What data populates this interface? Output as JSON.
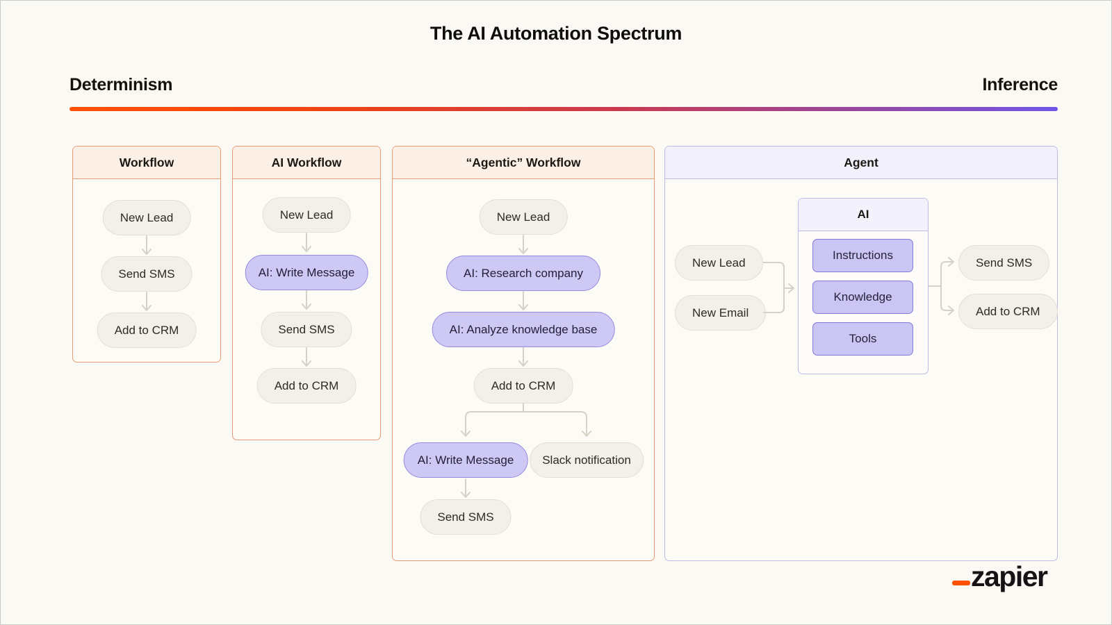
{
  "title": "The AI Automation Spectrum",
  "spectrum": {
    "left_label": "Determinism",
    "right_label": "Inference",
    "gradient_start_color": "#FF4F00",
    "gradient_end_color": "#7056E8"
  },
  "colors": {
    "canvas_background": "#FBF9F3",
    "workflow_panel_border": "#E69C72",
    "workflow_panel_header_bg": "#FBEFE6",
    "agent_panel_border": "#BEBAE8",
    "agent_panel_header_bg": "#F1F0FB",
    "step_node_bg": "#F2F0E9",
    "ai_node_bg": "#CDC8F4",
    "ai_node_border": "#938AE0",
    "connector": "#D5D1C6"
  },
  "panels": [
    {
      "title": "Workflow",
      "nodes": [
        {
          "label": "New Lead",
          "type": "step"
        },
        {
          "label": "Send SMS",
          "type": "step"
        },
        {
          "label": "Add to CRM",
          "type": "step"
        }
      ]
    },
    {
      "title": "AI Workflow",
      "nodes": [
        {
          "label": "New Lead",
          "type": "step"
        },
        {
          "label": "AI: Write Message",
          "type": "ai"
        },
        {
          "label": "Send SMS",
          "type": "step"
        },
        {
          "label": "Add to CRM",
          "type": "step"
        }
      ]
    },
    {
      "title": "“Agentic” Workflow",
      "nodes": [
        {
          "label": "New Lead",
          "type": "step"
        },
        {
          "label": "AI: Research company",
          "type": "ai"
        },
        {
          "label": "AI: Analyze knowledge base",
          "type": "ai"
        },
        {
          "label": "Add to CRM",
          "type": "step"
        }
      ],
      "branch_nodes": [
        {
          "label": "AI: Write Message",
          "type": "ai"
        },
        {
          "label": "Slack notification",
          "type": "step"
        }
      ],
      "final_node": {
        "label": "Send SMS",
        "type": "step"
      }
    },
    {
      "title": "Agent",
      "inputs": [
        {
          "label": "New Lead"
        },
        {
          "label": "New Email"
        }
      ],
      "ai_box": {
        "title": "AI",
        "items": [
          {
            "label": "Instructions"
          },
          {
            "label": "Knowledge"
          },
          {
            "label": "Tools"
          }
        ]
      },
      "outputs": [
        {
          "label": "Send SMS"
        },
        {
          "label": "Add to CRM"
        }
      ]
    }
  ],
  "logo": {
    "text": "zapier",
    "underscore_color": "#FF4F00"
  }
}
